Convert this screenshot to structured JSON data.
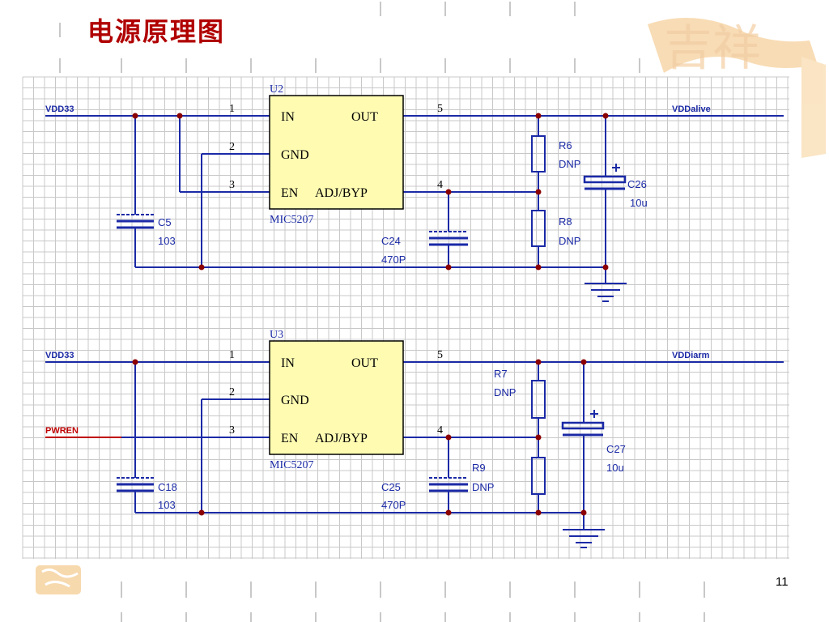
{
  "slide": {
    "title": "电源原理图",
    "page_number": "11",
    "watermark_text": "吉祥"
  },
  "colors": {
    "wire": "#1b2aa6",
    "red_net": "#c00000",
    "junction": "#8b0000",
    "ic_fill": "#fffcb2",
    "ic_border": "#000000",
    "grid": "#c8c8c8",
    "title": "#b00000"
  },
  "circuits": [
    {
      "ic": {
        "ref": "U2",
        "part": "MIC5207",
        "pins": {
          "in": "IN",
          "gnd": "GND",
          "en": "EN",
          "out": "OUT",
          "adj": "ADJ/BYP",
          "p1": "1",
          "p2": "2",
          "p3": "3",
          "p4": "4",
          "p5": "5"
        }
      },
      "input_net": "VDD33",
      "output_net": "VDDalive",
      "components": {
        "c_in": {
          "ref": "C5",
          "value": "103"
        },
        "c_byp": {
          "ref": "C24",
          "value": "470P"
        },
        "r_top": {
          "ref": "R6",
          "value": "DNP"
        },
        "r_bot": {
          "ref": "R8",
          "value": "DNP"
        },
        "c_out": {
          "ref": "C26",
          "value": "10u"
        }
      }
    },
    {
      "ic": {
        "ref": "U3",
        "part": "MIC5207",
        "pins": {
          "in": "IN",
          "gnd": "GND",
          "en": "EN",
          "out": "OUT",
          "adj": "ADJ/BYP",
          "p1": "1",
          "p2": "2",
          "p3": "3",
          "p4": "4",
          "p5": "5"
        }
      },
      "input_net": "VDD33",
      "enable_net": "PWREN",
      "output_net": "VDDiarm",
      "components": {
        "c_in": {
          "ref": "C18",
          "value": "103"
        },
        "c_byp": {
          "ref": "C25",
          "value": "470P"
        },
        "r_top": {
          "ref": "R7",
          "value": "DNP"
        },
        "r_bot": {
          "ref": "R9",
          "value": "DNP"
        },
        "c_out": {
          "ref": "C27",
          "value": "10u"
        }
      }
    }
  ]
}
